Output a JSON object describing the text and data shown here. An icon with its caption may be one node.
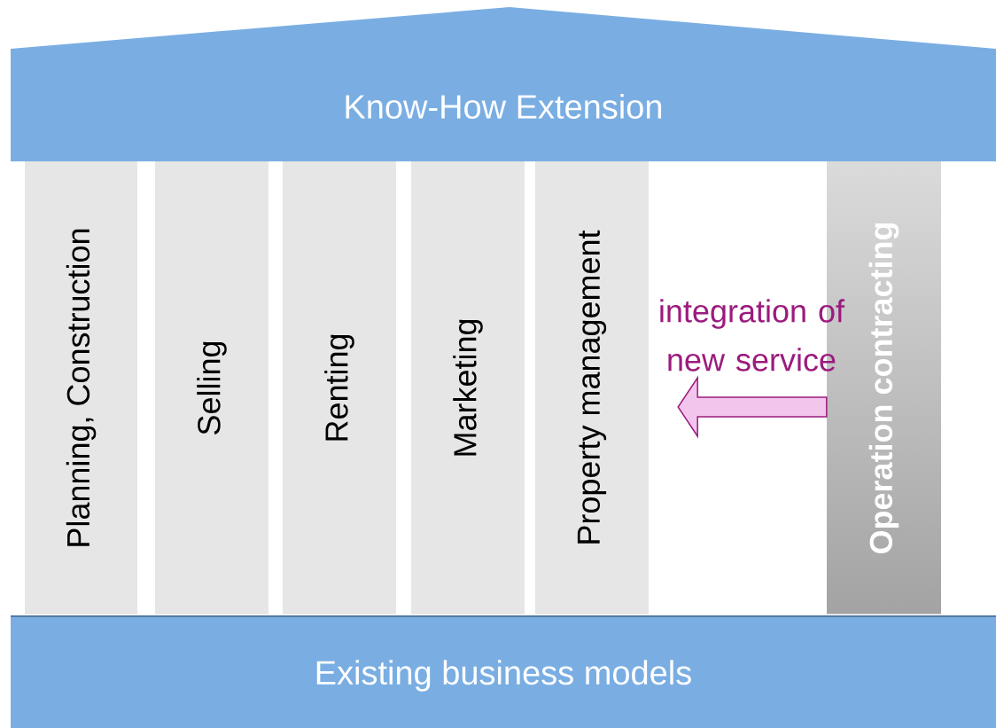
{
  "diagram": {
    "nodes": [
      {
        "text": [
          "Know-How Extension"
        ]
      },
      {
        "text": [
          "Planning, Construction"
        ]
      },
      {
        "text": [
          "Selling"
        ]
      },
      {
        "text": [
          "Renting"
        ]
      },
      {
        "text": [
          "Marketing"
        ]
      },
      {
        "text": [
          "Property management"
        ]
      },
      {
        "text": [
          "Operation contracting"
        ]
      },
      {
        "text": [
          "Existing business models"
        ]
      }
    ],
    "edges": [
      {
        "from": 6,
        "to": 5,
        "arrow": "to",
        "label": "integration of new service"
      }
    ]
  }
}
